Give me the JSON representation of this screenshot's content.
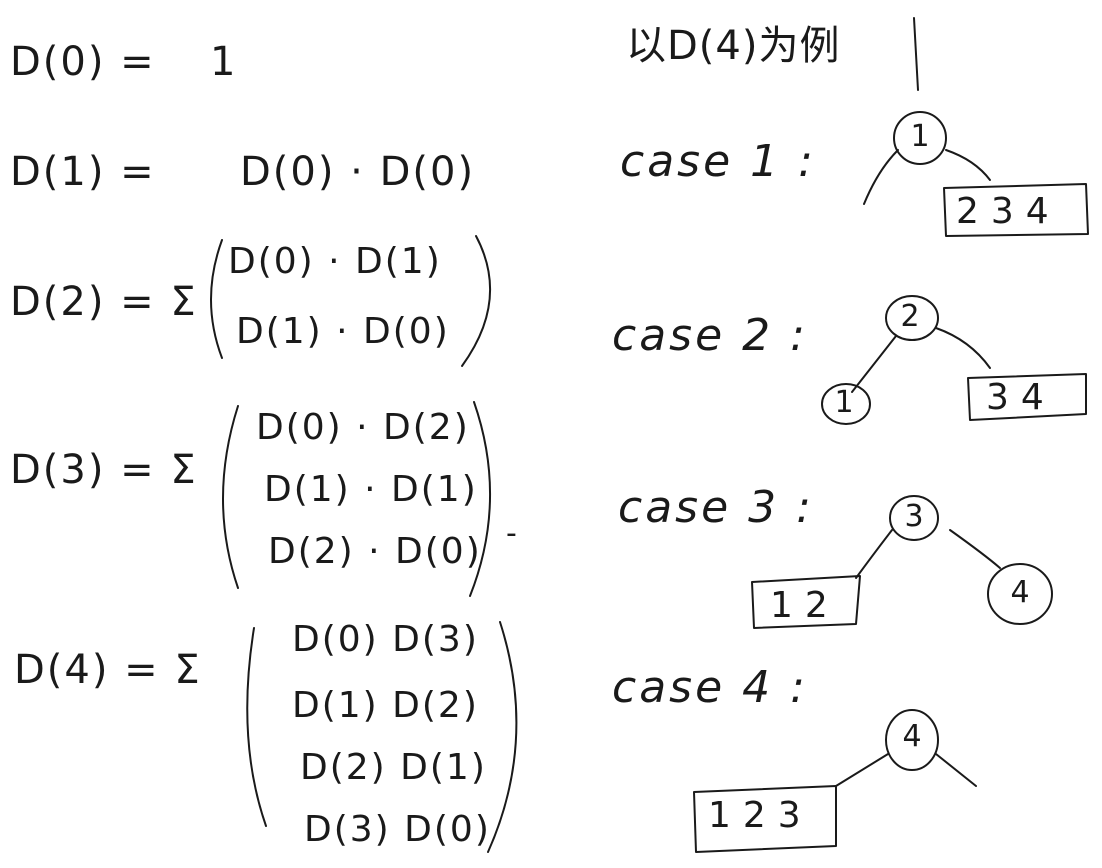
{
  "left": {
    "d0": {
      "lhs": "D(0) =",
      "rhs": "1"
    },
    "d1": {
      "lhs": "D(1) =",
      "rhs": "D(0) · D(0)"
    },
    "d2": {
      "lhs": "D(2) = Σ",
      "terms": [
        "D(0) · D(1)",
        "D(1) · D(0)"
      ]
    },
    "d3": {
      "lhs": "D(3) = Σ",
      "terms": [
        "D(0) · D(2)",
        "D(1) · D(1)",
        "D(2) · D(0)"
      ],
      "trail": "-"
    },
    "d4": {
      "lhs": "D(4) = Σ",
      "terms": [
        "D(0)  D(3)",
        "D(1)  D(2)",
        "D(2)  D(1)",
        "D(3)  D(0)"
      ]
    }
  },
  "right": {
    "heading": "以D(4)为例",
    "cases": [
      {
        "label": "case 1 :",
        "root": "1",
        "left_node": "",
        "right_box": "234",
        "left_box": ""
      },
      {
        "label": "case 2 :",
        "root": "2",
        "left_node": "1",
        "right_box": "34",
        "left_box": ""
      },
      {
        "label": "case 3 :",
        "root": "3",
        "right_node": "4",
        "left_box": "12",
        "right_box": ""
      },
      {
        "label": "case 4 :",
        "root": "4",
        "left_box": "123",
        "right_box": ""
      }
    ]
  }
}
